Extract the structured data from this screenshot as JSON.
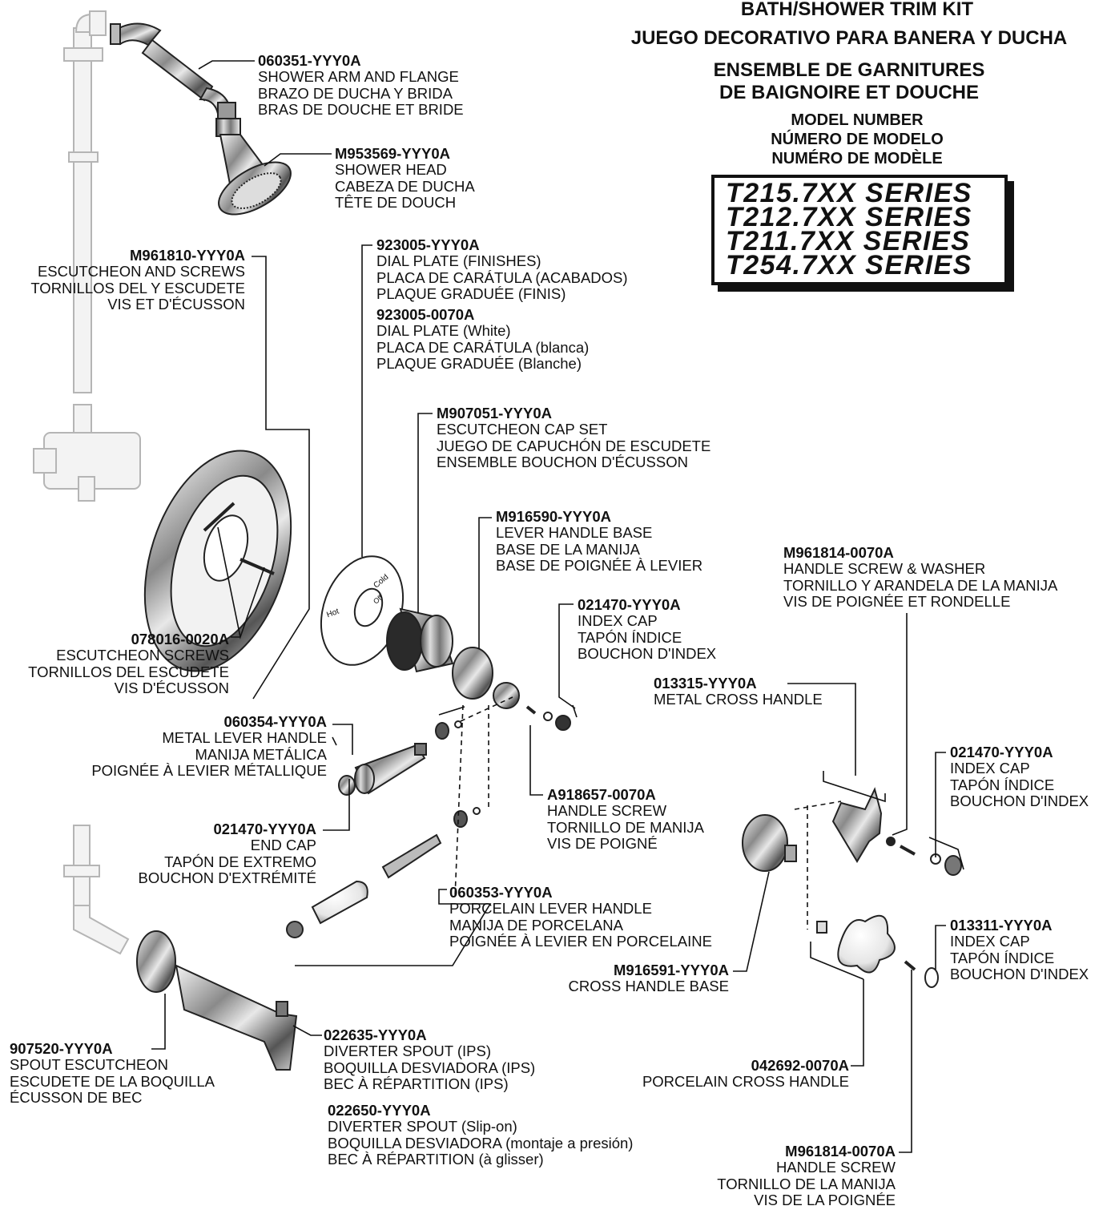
{
  "title": {
    "line1": "BATH/SHOWER TRIM KIT",
    "line2": "JUEGO DECORATIVO PARA BANERA Y DUCHA",
    "line3": "ENSEMBLE DE GARNITURES",
    "line4": "DE BAIGNOIRE ET DOUCHE",
    "model1": "MODEL NUMBER",
    "model2": "NÚMERO DE MODELO",
    "model3": "NUMÉRO DE MODÈLE"
  },
  "series": [
    "T215.7XX SERIES",
    "T212.7XX SERIES",
    "T211.7XX SERIES",
    "T254.7XX SERIES"
  ],
  "parts": {
    "p060351": {
      "pn": "060351-YYY0A",
      "l1": "SHOWER ARM AND FLANGE",
      "l2": "BRAZO DE DUCHA Y BRIDA",
      "l3": "BRAS DE DOUCHE ET BRIDE"
    },
    "pM953569": {
      "pn": "M953569-YYY0A",
      "l1": "SHOWER HEAD",
      "l2": "CABEZA DE DUCHA",
      "l3": "TÊTE DE DOUCH"
    },
    "pM961810": {
      "pn": "M961810-YYY0A",
      "l1": "ESCUTCHEON AND SCREWS",
      "l2": "TORNILLOS DEL Y ESCUDETE",
      "l3": "VIS ET D'ÉCUSSON"
    },
    "p923005y": {
      "pn": "923005-YYY0A",
      "l1": "DIAL PLATE (FINISHES)",
      "l2": "PLACA DE CARÁTULA (ACABADOS)",
      "l3": "PLAQUE GRADUÉE (FINIS)"
    },
    "p923005w": {
      "pn": "923005-0070A",
      "l1": "DIAL PLATE (White)",
      "l2": "PLACA DE CARÁTULA (blanca)",
      "l3": "PLAQUE GRADUÉE (Blanche)"
    },
    "pM907051": {
      "pn": "M907051-YYY0A",
      "l1": "ESCUTCHEON CAP SET",
      "l2": "JUEGO DE CAPUCHÓN DE ESCUDETE",
      "l3": "ENSEMBLE BOUCHON D'ÉCUSSON"
    },
    "pM916590": {
      "pn": "M916590-YYY0A",
      "l1": "LEVER HANDLE BASE",
      "l2": "BASE DE LA MANIJA",
      "l3": "BASE DE POIGNÉE À LEVIER"
    },
    "pM961814a": {
      "pn": "M961814-0070A",
      "l1": "HANDLE SCREW & WASHER",
      "l2": "TORNILLO Y ARANDELA DE LA MANIJA",
      "l3": "VIS DE POIGNÉE ET RONDELLE"
    },
    "p021470a": {
      "pn": "021470-YYY0A",
      "l1": "INDEX CAP",
      "l2": "TAPÓN ÍNDICE",
      "l3": "BOUCHON D'INDEX"
    },
    "p078016": {
      "pn": "078016-0020A",
      "l1": "ESCUTCHEON SCREWS",
      "l2": "TORNILLOS DEL ESCUDETE",
      "l3": "VIS D'ÉCUSSON"
    },
    "p013315": {
      "pn": "013315-YYY0A",
      "l1": "METAL CROSS HANDLE"
    },
    "p060354": {
      "pn": "060354-YYY0A",
      "l1": "METAL LEVER HANDLE",
      "l2": "MANIJA METÁLICA",
      "l3": "POIGNÉE À LEVIER MÉTALLIQUE"
    },
    "p021470b": {
      "pn": "021470-YYY0A",
      "l1": "INDEX CAP",
      "l2": "TAPÓN ÍNDICE",
      "l3": "BOUCHON D'INDEX"
    },
    "pA918657": {
      "pn": "A918657-0070A",
      "l1": "HANDLE SCREW",
      "l2": "TORNILLO DE MANIJA",
      "l3": "VIS DE POIGNÉ"
    },
    "p021470c": {
      "pn": "021470-YYY0A",
      "l1": "END CAP",
      "l2": "TAPÓN DE EXTREMO",
      "l3": "BOUCHON D'EXTRÉMITÉ"
    },
    "p060353": {
      "pn": "060353-YYY0A",
      "l1": "PORCELAIN LEVER HANDLE",
      "l2": "MANIJA DE PORCELANA",
      "l3": "POIGNÉE À LEVIER EN PORCELAINE"
    },
    "p013311": {
      "pn": "013311-YYY0A",
      "l1": "INDEX CAP",
      "l2": "TAPÓN ÍNDICE",
      "l3": "BOUCHON D'INDEX"
    },
    "pM916591": {
      "pn": "M916591-YYY0A",
      "l1": "CROSS HANDLE BASE"
    },
    "p907520": {
      "pn": "907520-YYY0A",
      "l1": "SPOUT ESCUTCHEON",
      "l2": "ESCUDETE DE LA BOQUILLA",
      "l3": "ÉCUSSON DE BEC"
    },
    "p022635": {
      "pn": "022635-YYY0A",
      "l1": "DIVERTER SPOUT (IPS)",
      "l2": "BOQUILLA DESVIADORA (IPS)",
      "l3": "BEC À RÉPARTITION (IPS)"
    },
    "p042692": {
      "pn": "042692-0070A",
      "l1": "PORCELAIN CROSS HANDLE"
    },
    "p022650": {
      "pn": "022650-YYY0A",
      "l1": "DIVERTER SPOUT (Slip-on)",
      "l2": "BOQUILLA DESVIADORA (montaje a presión)",
      "l3": "BEC À RÉPARTITION (à glisser)"
    },
    "pM961814b": {
      "pn": "M961814-0070A",
      "l1": "HANDLE SCREW",
      "l2": "TORNILLO DE LA MANIJA",
      "l3": "VIS DE LA POIGNÉE"
    }
  },
  "dial": {
    "hot": "Hot",
    "cold": "Cold",
    "off": "Off"
  }
}
